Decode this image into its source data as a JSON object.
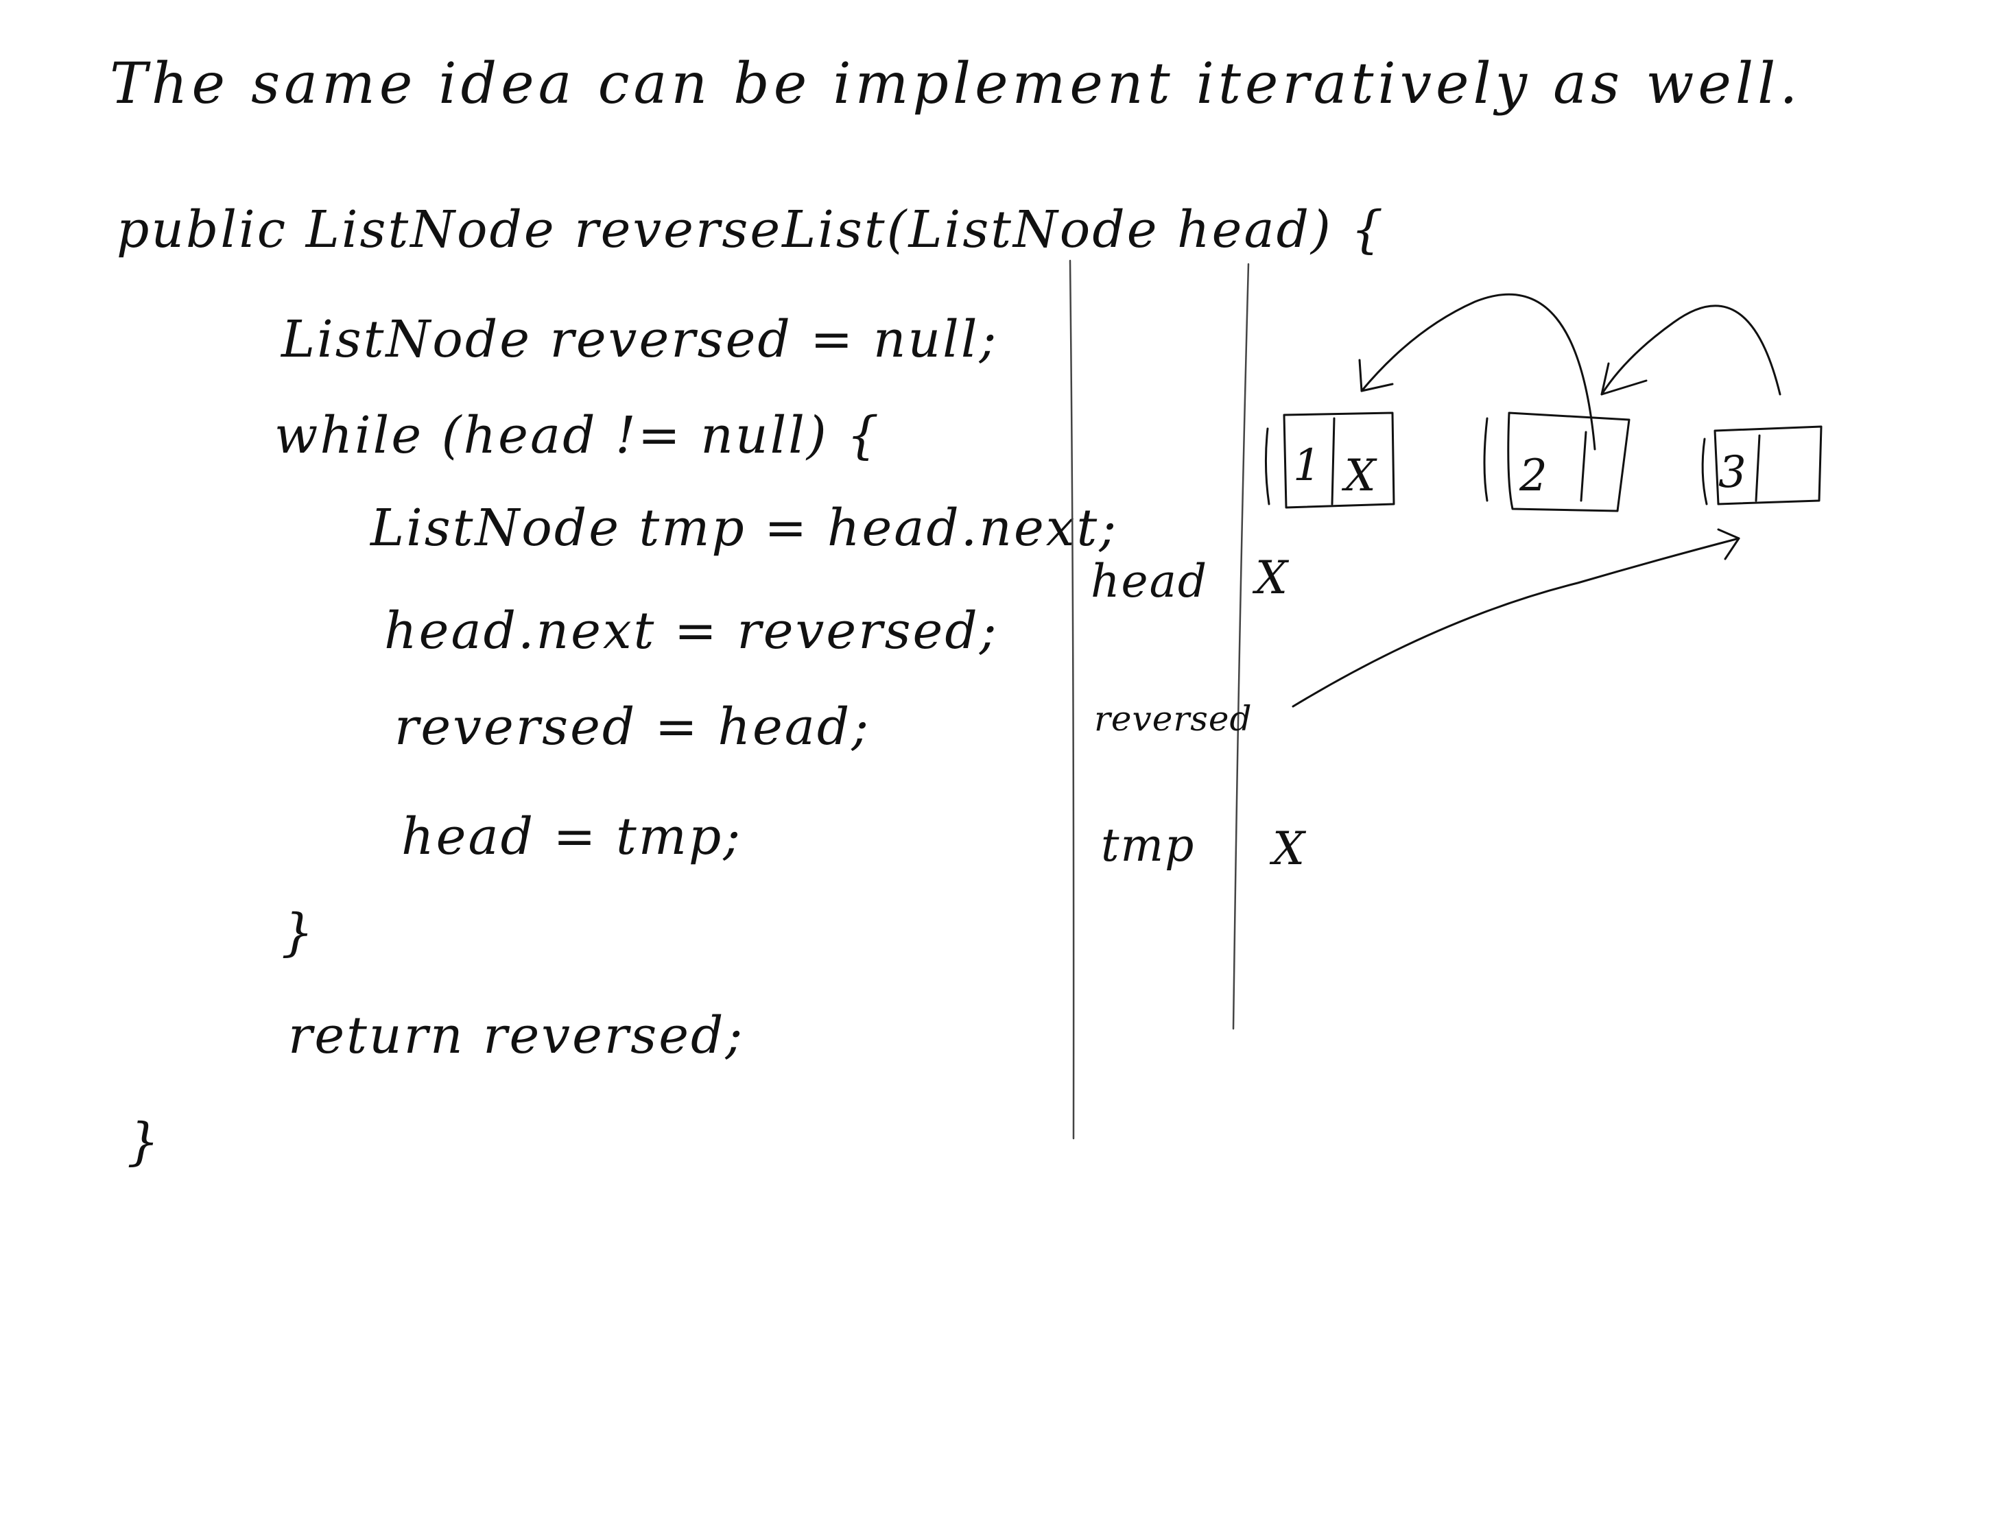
{
  "note": {
    "title": "The same idea can be implement iteratively as well.",
    "code": {
      "signature": "public ListNode reverseList(ListNode head) {",
      "line_init": "ListNode reversed = null;",
      "line_while": "while (head != null) {",
      "line_tmp": "ListNode tmp = head.next;",
      "line_link": "head.next = reversed;",
      "line_assign": "reversed = head;",
      "line_advance": "head = tmp;",
      "close_while": "}",
      "line_return": "return reversed;",
      "close_method": "}"
    },
    "trace_table": {
      "rows": [
        {
          "label": "head",
          "value": "X"
        },
        {
          "label": "reversed",
          "value": ""
        },
        {
          "label": "tmp",
          "value": "X"
        }
      ]
    },
    "nodes": [
      {
        "value": "1",
        "next": "X"
      },
      {
        "value": "2",
        "next": ""
      },
      {
        "value": "3",
        "next": ""
      }
    ]
  }
}
